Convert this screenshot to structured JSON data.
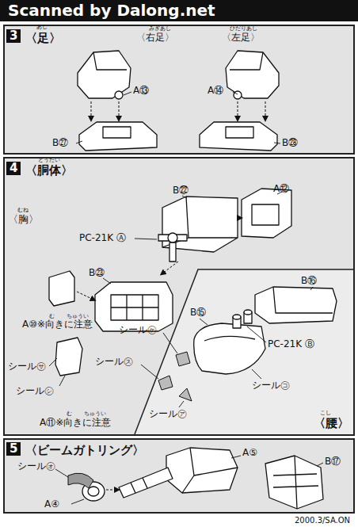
{
  "diagram": {
    "nodes": [
      {
        "text": [
          "3",
          "〈足〉"
        ]
      },
      {
        "text": [
          "4",
          "〈胴体〉"
        ]
      },
      {
        "text": [
          "〈腰〉"
        ],
        "in": 1
      },
      {
        "text": [
          "5",
          "〈ビームガトリング〉"
        ]
      }
    ],
    "labels": [
      "Scanned by Dalong.net",
      "あし",
      "みぎあし",
      "〈右足〉",
      "ひだりあし",
      "〈左足〉",
      "A⑬",
      "B㉗",
      "A⑭",
      "B㉘",
      "どうたい",
      "むね",
      "〈胸〉",
      "B㉒",
      "A⑫",
      "PC-21K Ⓐ",
      "B㉓",
      "む",
      "ちゅうい",
      "A⑩※向きに注意",
      "シール㋚",
      "シール㋛",
      "む",
      "ちゅうい",
      "A⑪※向きに注意",
      "B⑯",
      "B⑮",
      "シール㋘",
      "シール㋜",
      "シール㋙",
      "シール㋐",
      "PC-21K Ⓑ",
      "こし",
      "シール㋔",
      "A⑤",
      "A④",
      "B⑰",
      "2000.3/SA.ON"
    ]
  }
}
